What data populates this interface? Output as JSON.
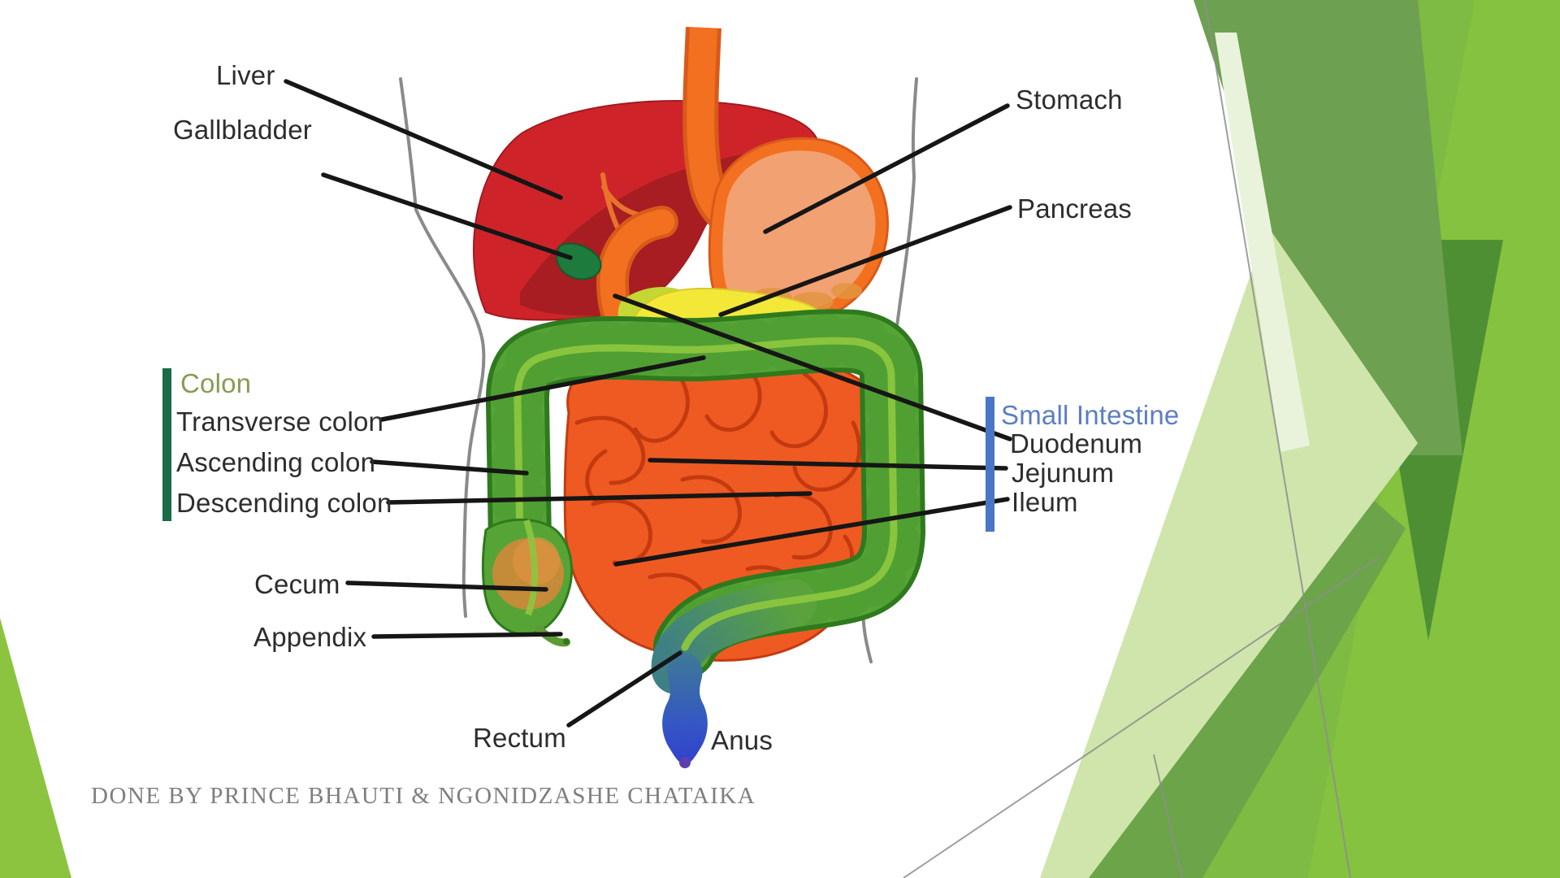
{
  "slide": {
    "background_color": "#FFFFFF",
    "credit": "DONE BY PRINCE BHAUTI & NGONIDZASHE CHATAIKA"
  },
  "diagram": {
    "labels": {
      "liver": "Liver",
      "gallbladder": "Gallbladder",
      "stomach": "Stomach",
      "pancreas": "Pancreas",
      "cecum": "Cecum",
      "appendix": "Appendix",
      "rectum": "Rectum",
      "anus": "Anus"
    },
    "groups": {
      "colon": {
        "title": "Colon",
        "title_color": "#879C52",
        "bar_color": "#1A6B46",
        "items": [
          "Transverse colon",
          "Ascending colon",
          "Descending colon"
        ]
      },
      "small_intestine": {
        "title": "Small Intestine",
        "title_color": "#5C7EC1",
        "bar_color": "#4A76C8",
        "items": [
          "Duodenum",
          "Jejunum",
          "Ileum"
        ]
      }
    },
    "colors": {
      "body_outline": "#8A8A8A",
      "leader_line": "#161616",
      "liver": "#CE2429",
      "liver_dark": "#A81D22",
      "vessel": "#E8732C",
      "esophagus": "#F2701F",
      "esophagus_edge": "#D85A1A",
      "stomach_fill": "#F2A173",
      "chyme": "#E3953F",
      "pancreas": "#F3E838",
      "pancreas_head": "#C3D835",
      "intestine": "#EF5A22",
      "intestine_line": "#C43A10",
      "colon": "#57A436",
      "colon_edge": "#2F7A1E",
      "colon_vein": "#8CC63F",
      "gallbladder": "#1D7B3D",
      "cecum_inner": "#D0883A",
      "appendix": "#5E9A33",
      "rectum_teal": "#3F7F86",
      "anus_blue": "#2F3FD0"
    }
  },
  "decoration": {
    "colors": {
      "bright": "#7DBB42",
      "bright2": "#85C23F",
      "dark": "#4F8F33",
      "sage": "#6DA050",
      "sage2": "#6CA449",
      "light": "#D0E5AC",
      "xlight": "#E9F3DB",
      "corner_wedge": "#8CC43F",
      "line": "#8E8E8E"
    }
  }
}
